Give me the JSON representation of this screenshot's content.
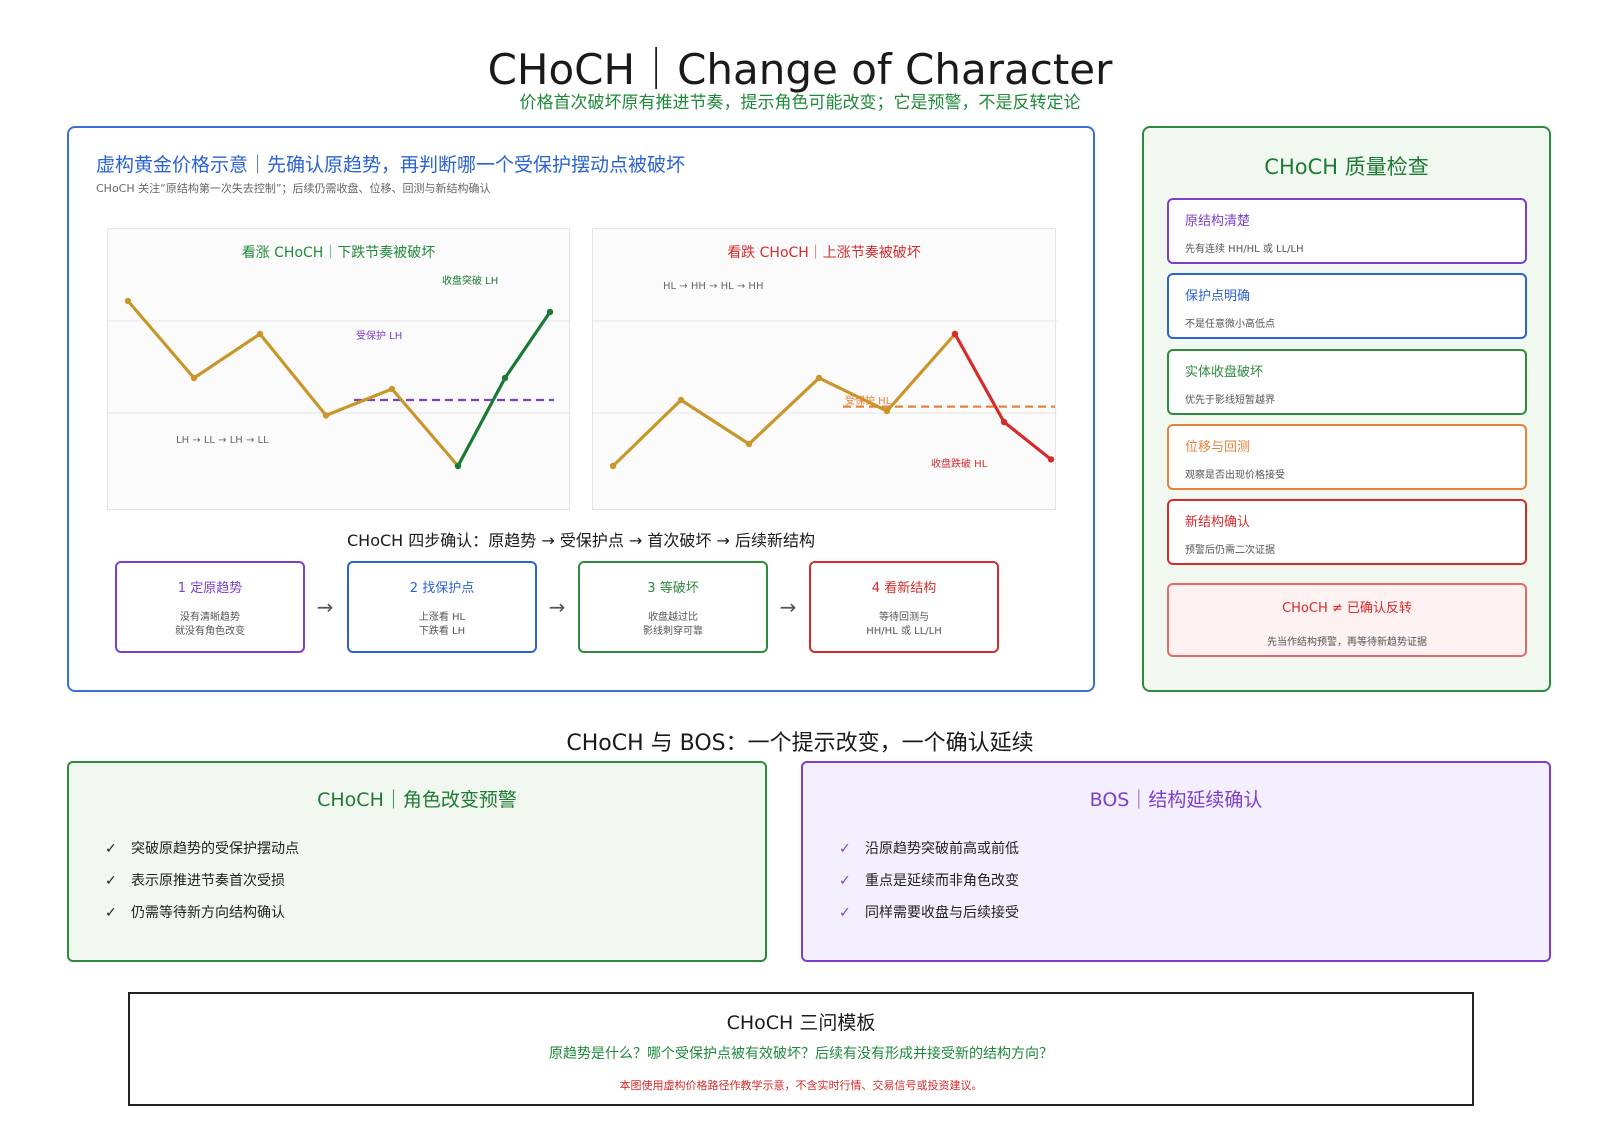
{
  "header": {
    "title": "CHoCH｜Change of Character",
    "subtitle": "价格首次破坏原有推进节奏，提示角色可能改变；它是预警，不是反转定论"
  },
  "chart_section": {
    "heading": "虚构黄金价格示意｜先确认原趋势，再判断哪一个受保护摆动点被破坏",
    "note": "CHoCH 关注“原结构第一次失去控制”；后续仍需收盘、位移、回测与新结构确认"
  },
  "chart_data": [
    {
      "type": "line",
      "title": "看涨 CHoCH｜下跌节奏被破坏",
      "structure_label": "LH → LL → LH → LL",
      "level_label": "受保护 LH",
      "break_label": "收盘突破 LH",
      "protected_level": 4.5,
      "y_range": [
        0,
        10
      ],
      "series": [
        {
          "color": "#c9962a",
          "points": [
            9.0,
            5.5,
            7.5,
            3.8,
            5.0,
            1.5
          ]
        },
        {
          "color": "#1a7a34",
          "points": [
            1.5,
            5.5,
            8.5
          ]
        }
      ]
    },
    {
      "type": "line",
      "title": "看跌 CHoCH｜上涨节奏被破坏",
      "structure_label": "HL → HH → HL → HH",
      "level_label": "受保护 HL",
      "break_label": "收盘跌破 HL",
      "protected_level": 4.2,
      "y_range": [
        0,
        10
      ],
      "series": [
        {
          "color": "#c9962a",
          "points": [
            1.5,
            4.5,
            2.5,
            5.5,
            4.0,
            7.5
          ]
        },
        {
          "color": "#d62b2b",
          "points": [
            7.5,
            3.5,
            1.8
          ]
        }
      ]
    }
  ],
  "steps": {
    "heading": "CHoCH 四步确认：原趋势 → 受保护点 → 首次破坏 → 后续新结构",
    "arrow": "→",
    "items": [
      {
        "title": "1 定原趋势",
        "desc": "没有清晰趋势\n就没有角色改变",
        "color": "#7d3fc9"
      },
      {
        "title": "2 找保护点",
        "desc": "上涨看 HL\n下跌看 LH",
        "color": "#2b63d1"
      },
      {
        "title": "3 等破坏",
        "desc": "收盘越过比\n影线刺穿可靠",
        "color": "#2f8a3e"
      },
      {
        "title": "4 看新结构",
        "desc": "等待回测与\nHH/HL 或 LL/LH",
        "color": "#d62b2b"
      }
    ]
  },
  "quality": {
    "title": "CHoCH 质量检查",
    "items": [
      {
        "title": "原结构清楚",
        "desc": "先有连续 HH/HL 或 LL/LH",
        "color": "#7d3fc9"
      },
      {
        "title": "保护点明确",
        "desc": "不是任意微小高低点",
        "color": "#2b63d1"
      },
      {
        "title": "实体收盘破坏",
        "desc": "优先于影线短暂越界",
        "color": "#2f8a3e"
      },
      {
        "title": "位移与回测",
        "desc": "观察是否出现价格接受",
        "color": "#e8823a"
      },
      {
        "title": "新结构确认",
        "desc": "预警后仍需二次证据",
        "color": "#d62b2b"
      }
    ],
    "final": {
      "title": "CHoCH ≠ 已确认反转",
      "desc": "先当作结构预警，再等待新趋势证据"
    }
  },
  "compare": {
    "heading": "CHoCH 与 BOS：一个提示改变，一个确认延续",
    "check": "✓",
    "choch": {
      "title": "CHoCH｜角色改变预警",
      "items": [
        "突破原趋势的受保护摆动点",
        "表示原推进节奏首次受损",
        "仍需等待新方向结构确认"
      ]
    },
    "bos": {
      "title": "BOS｜结构延续确认",
      "items": [
        "沿原趋势突破前高或前低",
        "重点是延续而非角色改变",
        "同样需要收盘与后续接受"
      ]
    }
  },
  "template": {
    "title": "CHoCH 三问模板",
    "question": "原趋势是什么？哪个受保护点被有效破坏？后续有没有形成并接受新的结构方向？",
    "disclaimer": "本图使用虚构价格路径作教学示意，不含实时行情、交易信号或投资建议。"
  }
}
